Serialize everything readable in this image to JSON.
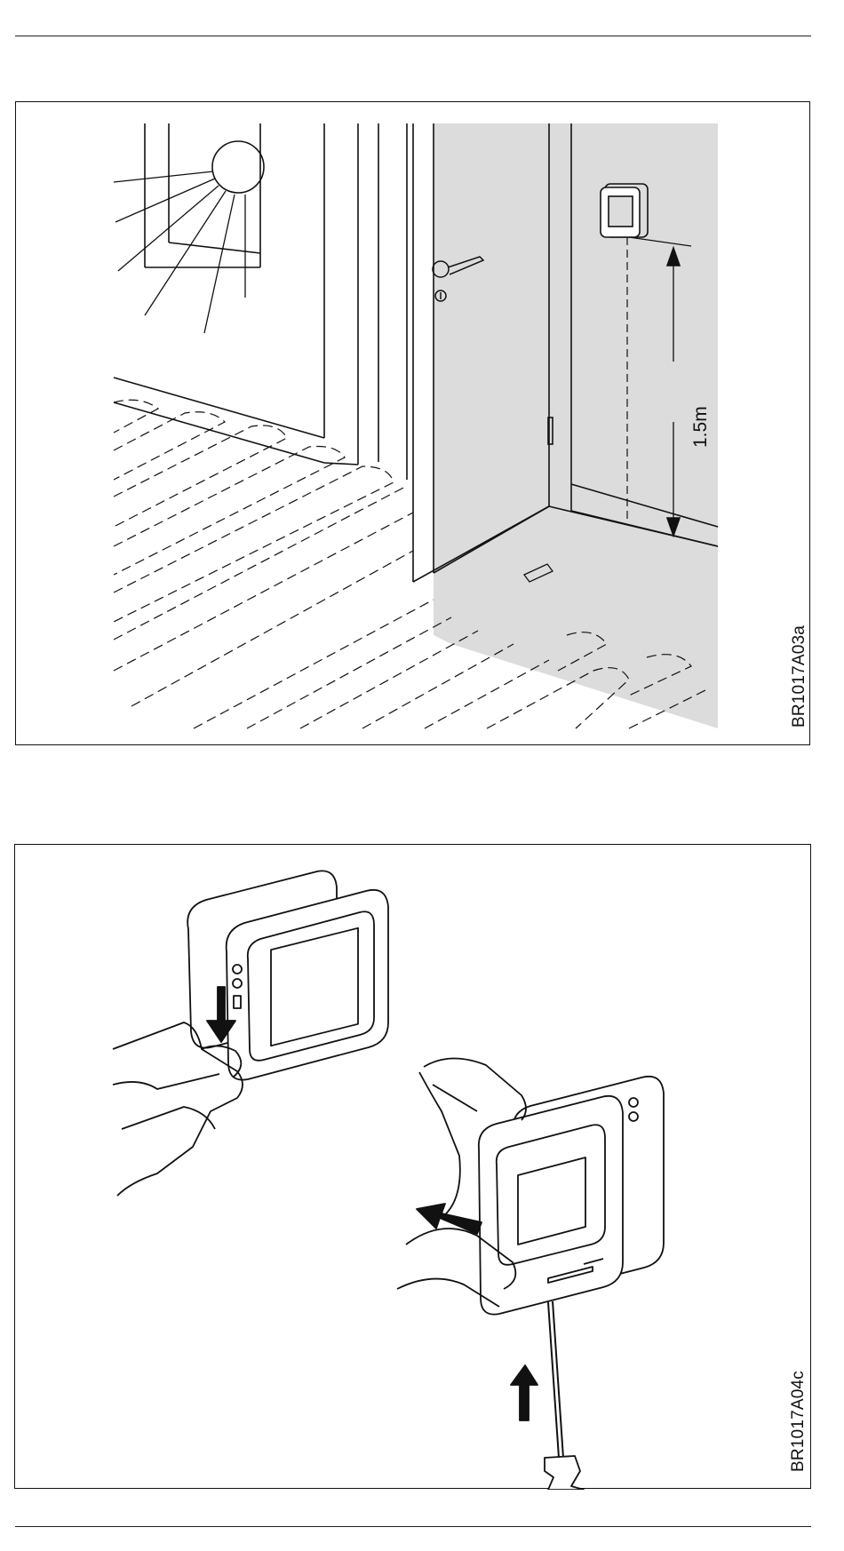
{
  "figures": [
    {
      "code": "BR1017A03a",
      "dimension": "1.5m"
    },
    {
      "code": "BR1017A04c"
    }
  ],
  "colors": {
    "line": "#111111",
    "wall_shade": "#dcdcdc",
    "background": "#ffffff"
  }
}
